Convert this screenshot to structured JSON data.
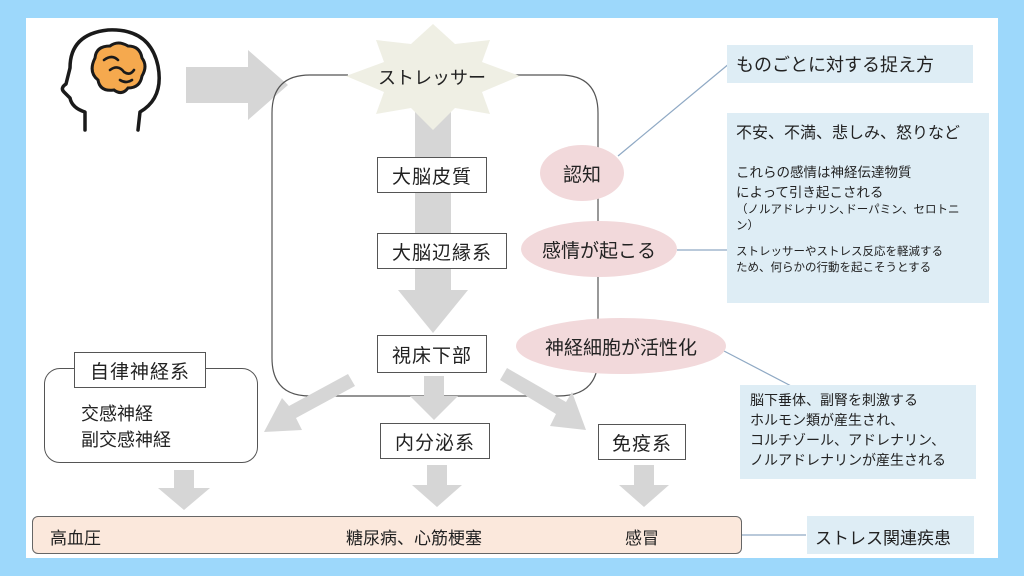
{
  "colors": {
    "frame_background": "#9dd8fb",
    "canvas": "#ffffff",
    "arrow_gray": "#d6d6d6",
    "stressor_star": "#efefe4",
    "ellipse_pink": "#f2d9db",
    "note_blue": "#deedf5",
    "disease_bar": "#fbe8dc",
    "brain_orange": "#f5a94e"
  },
  "icons": {
    "head": "head-with-brain-icon"
  },
  "stressor": {
    "label": "ストレッサー"
  },
  "brain_chain": {
    "cortex": "大脳皮質",
    "limbic": "大脳辺縁系",
    "hypothalamus": "視床下部"
  },
  "processes": {
    "cognition": "認知",
    "emotion": "感情が起こる",
    "neuron": "神経細胞が活性化"
  },
  "notes": {
    "cognition_note": "ものごとに対する捉え方",
    "emotion_title": "不安、不満、悲しみ、怒りなど",
    "emotion_line1": "これらの感情は神経伝達物質",
    "emotion_line2": "によって引き起こされる",
    "emotion_line3": "（ノルアドレナリン､ドーパミン、セロトニ",
    "emotion_line4": "ン）",
    "emotion_line5": "ストレッサーやストレス反応を軽減する",
    "emotion_line6": "ため、何らかの行動を起こそうとする",
    "hormone_line1": "脳下垂体、副腎を刺激する",
    "hormone_line2": "ホルモン類が産生され、",
    "hormone_line3": "コルチゾール、アドレナリン、",
    "hormone_line4": "ノルアドレナリンが産生される"
  },
  "systems": {
    "autonomic": {
      "title": "自律神経系",
      "items": [
        "交感神経",
        "副交感神経"
      ]
    },
    "endocrine": "内分泌系",
    "immune": "免疫系"
  },
  "diseases": {
    "autonomic": "高血圧",
    "endocrine": "糖尿病、心筋梗塞",
    "immune": "感冒",
    "label": "ストレス関連疾患"
  }
}
